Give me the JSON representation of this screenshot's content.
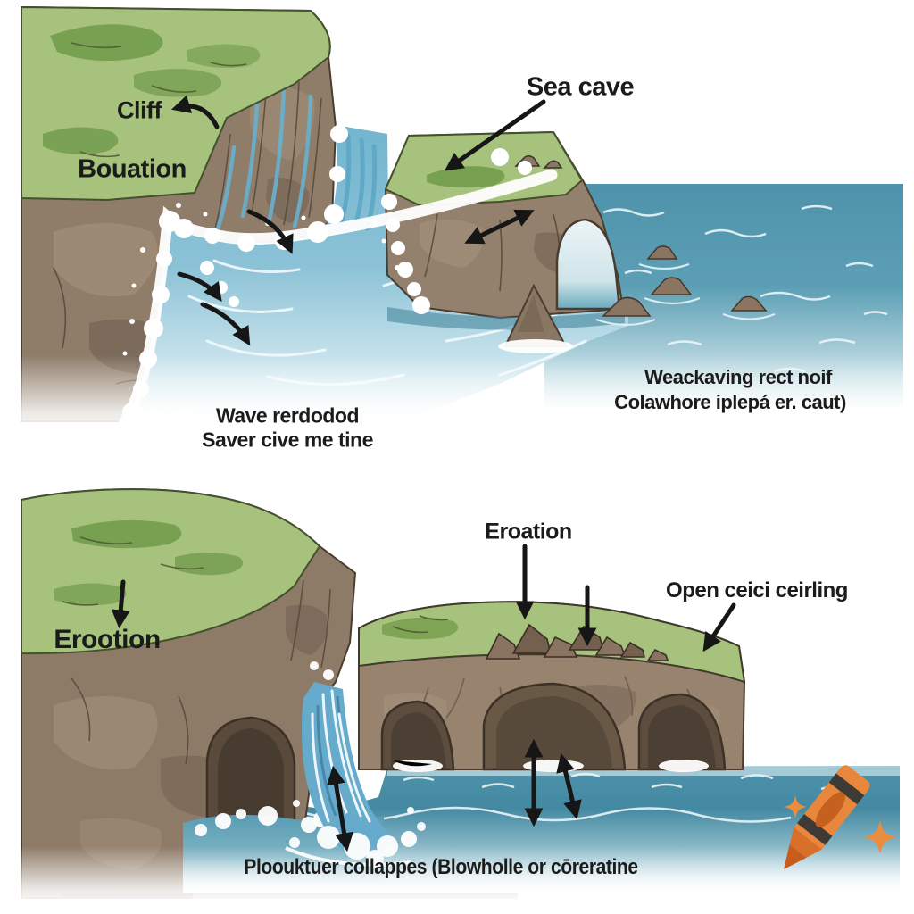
{
  "page": {
    "title": "Coastal erosion sea cave diagram",
    "panels": 2
  },
  "colors": {
    "grass": "#a6c27c",
    "grass_dark": "#6f9a4a",
    "rock_light": "#a8957e",
    "rock": "#8f7d6a",
    "rock_dark": "#6e5d4d",
    "sea": "#4e92ab",
    "foam": "#ffffff",
    "arrow": "#161616",
    "text": "#1b1b1b",
    "crayon_orange": "#e8873c",
    "crayon_dark_orange": "#c75c1c"
  },
  "panel_top": {
    "labels": {
      "cliff": "Cliff",
      "plateau": "Bouation",
      "sea_cave": "Sea cave",
      "wave_caption_line1": "Wave rerdodod",
      "wave_caption_line2": "Saver cive me tine",
      "weathering_caption_line1": "Weackaving rect noif",
      "weathering_caption_line2": "Colawhore iplepá er. caut)"
    }
  },
  "panel_bottom": {
    "labels": {
      "erosion_left": "Erootion",
      "erosion_top": "Eroation",
      "open_ceiling": "Open ceici ceirling",
      "collapse_caption": "Ploouktuer collappes (Blowholle or cōreratine"
    }
  },
  "logo": {
    "name": "crayon",
    "sparkle_count": 2
  }
}
